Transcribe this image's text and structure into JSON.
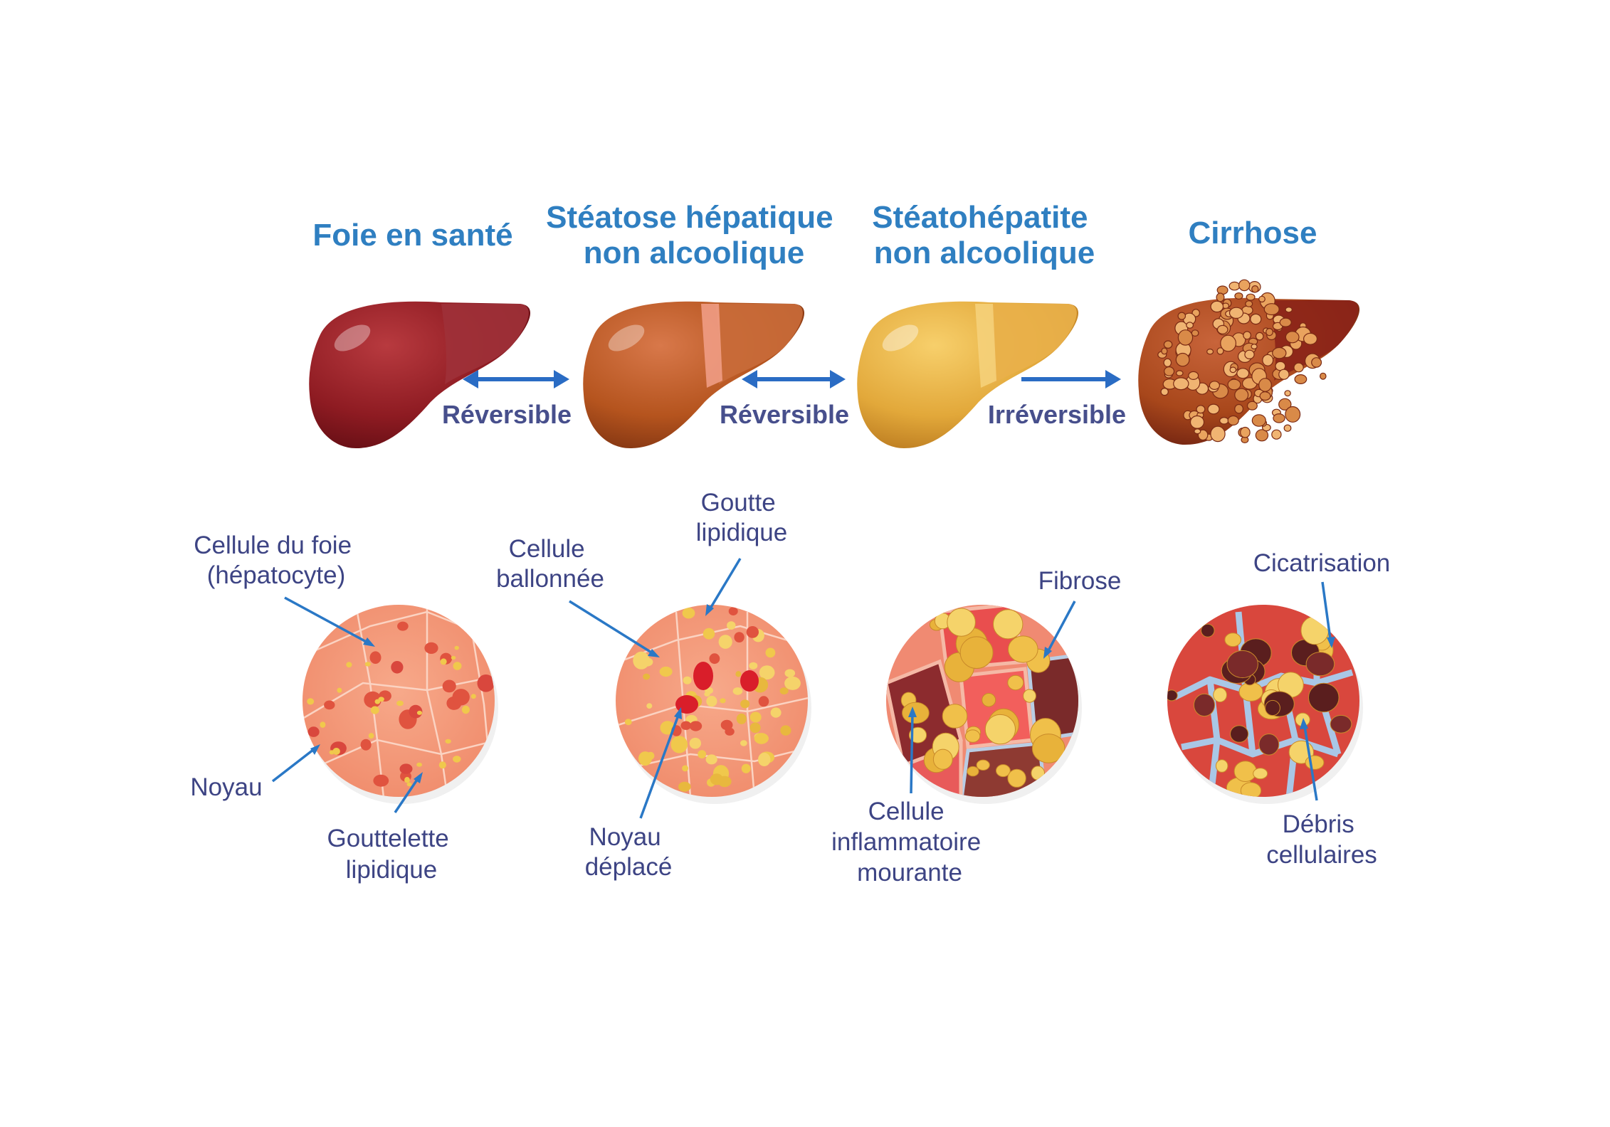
{
  "stages": [
    {
      "title_lines": [
        "Foie en santé"
      ]
    },
    {
      "title_lines": [
        "Stéatose hépatique",
        "non alcoolique"
      ]
    },
    {
      "title_lines": [
        "Stéatohépatite",
        "non alcoolique"
      ]
    },
    {
      "title_lines": [
        "Cirrhose"
      ]
    }
  ],
  "transitions": [
    {
      "label": "Réversible",
      "direction": "both"
    },
    {
      "label": "Réversible",
      "direction": "both"
    },
    {
      "label": "Irréversible",
      "direction": "forward"
    }
  ],
  "labels": {
    "hepatocyte": [
      "Cellule du foie",
      "(hépatocyte)"
    ],
    "noyau": [
      "Noyau"
    ],
    "gouttelette": [
      "Gouttelette",
      "lipidique"
    ],
    "ballonnee": [
      "Cellule",
      "ballonnée"
    ],
    "goutte": [
      "Goutte",
      "lipidique"
    ],
    "noyau_deplace": [
      "Noyau",
      "déplacé"
    ],
    "fibrose": [
      "Fibrose"
    ],
    "inflammatoire": [
      "Cellule",
      "inflammatoire",
      "mourante"
    ],
    "cicatrisation": [
      "Cicatrisation"
    ],
    "debris": [
      "Débris",
      "cellulaires"
    ]
  },
  "colors": {
    "title": "#2f7fc1",
    "arrow": "#2a6cc4",
    "arrow_label": "#474f8c",
    "cell_label": "#3d4484",
    "liver_healthy": "#8e1b22",
    "liver_steatosis": "#b5541e",
    "liver_nash": "#e2a83a",
    "liver_cirrhosis": "#a8471b"
  }
}
